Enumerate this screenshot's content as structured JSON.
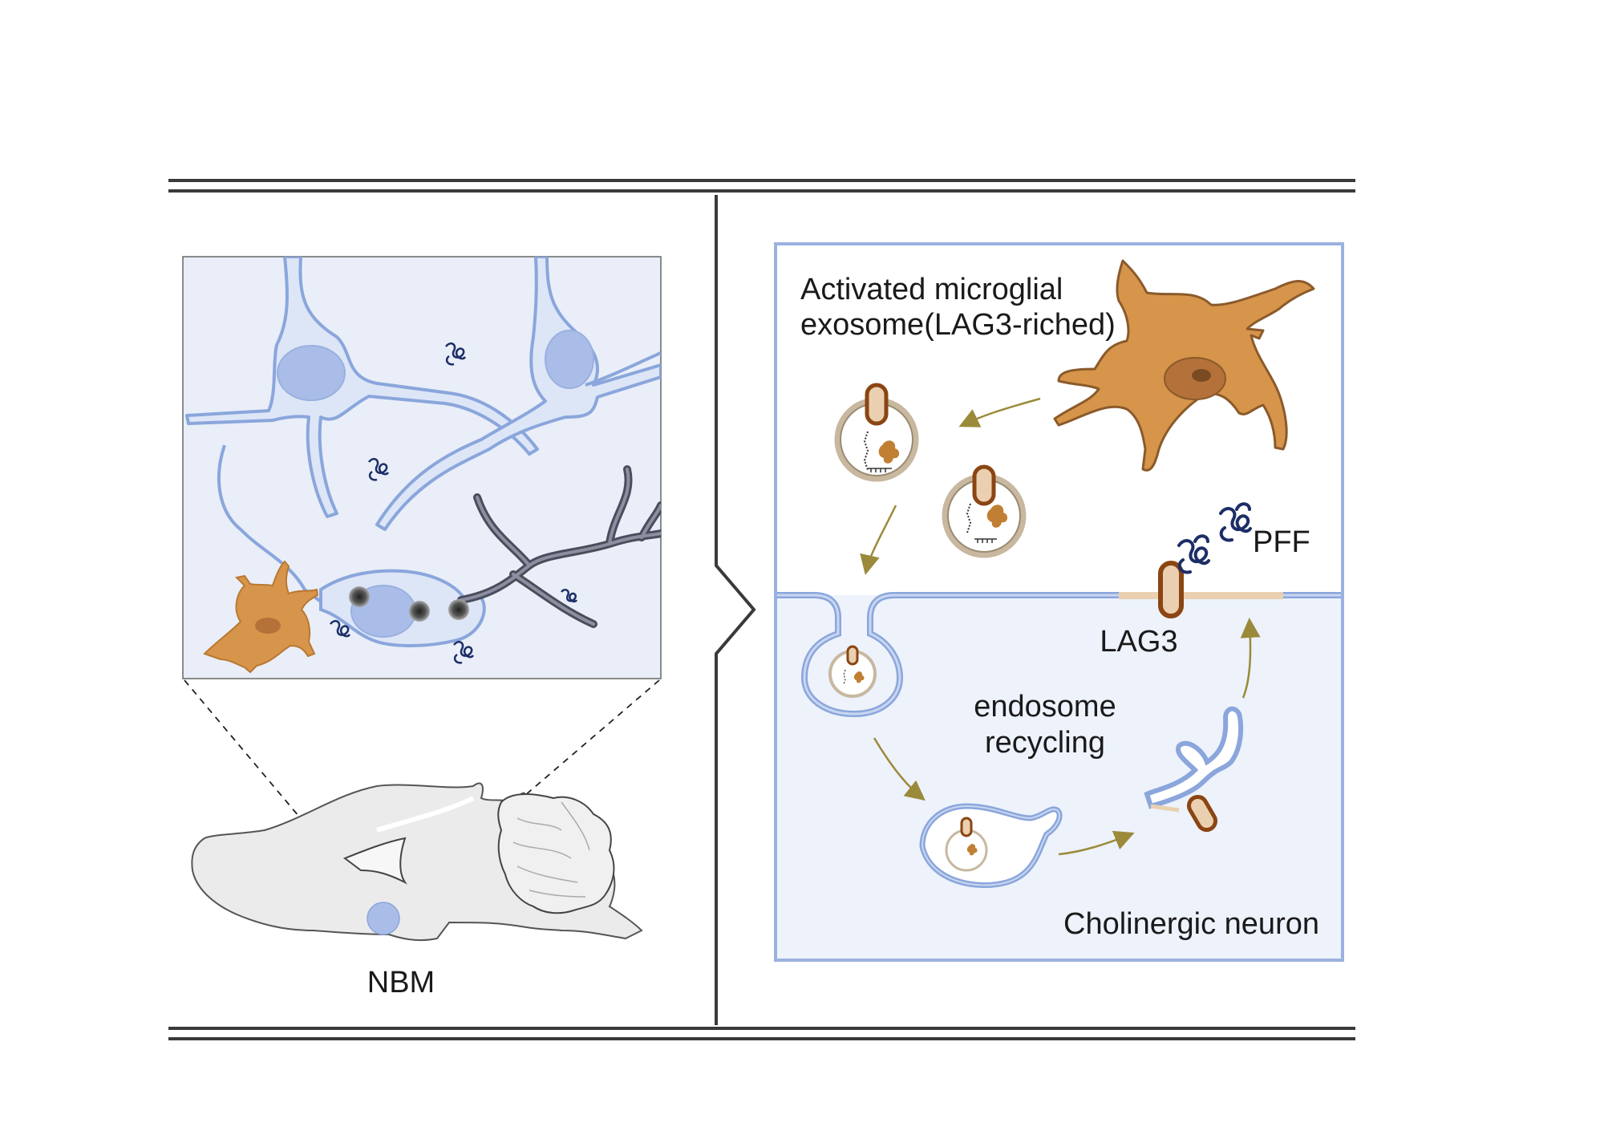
{
  "labels": {
    "nbm": "NBM",
    "exosome_line1": "Activated microglial",
    "exosome_line2": "exosome(LAG3-riched)",
    "pff": "PFF",
    "lag3": "LAG3",
    "endosome_line1": "endosome",
    "endosome_line2": "recycling",
    "cholinergic": "Cholinergic neuron"
  },
  "colors": {
    "frame_line": "#3a3a3a",
    "neuron_blue": "#8aa6dc",
    "neuron_fill": "#dde6f7",
    "inset_bg": "#e9eef8",
    "nucleus_blue": "#a9bde8",
    "microglia": "#d6954a",
    "microglia_dark": "#9a5a2a",
    "lag3_fill": "#ead0b0",
    "lag3_stroke": "#8b4513",
    "pff_navy": "#1c2e66",
    "arrow_olive": "#9a8a3a",
    "brain_fill": "#ebebeb",
    "cytoplasm_blue": "#edf2fb"
  }
}
